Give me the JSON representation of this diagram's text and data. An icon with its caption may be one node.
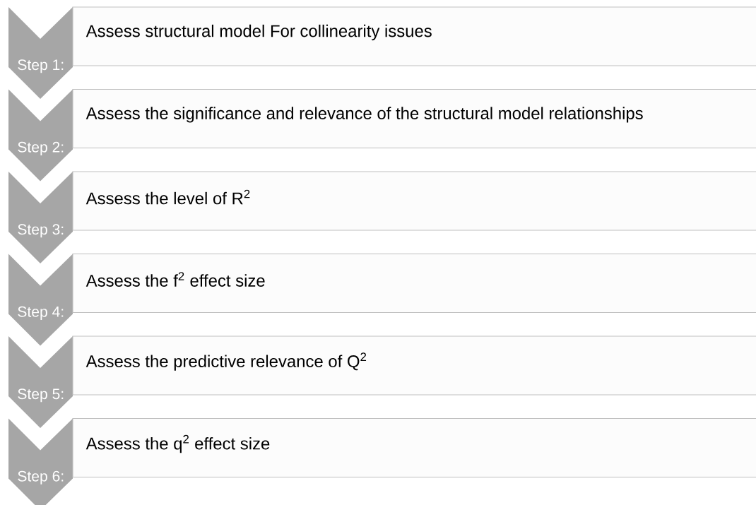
{
  "diagram": {
    "nodes": [
      {
        "text": [
          "Step 1:"
        ]
      },
      {
        "text": [
          "Assess structural model For collinearity issues"
        ]
      },
      {
        "text": [
          "Step 2:"
        ]
      },
      {
        "text": [
          "Assess the significance and relevance of the structural model relationships"
        ]
      },
      {
        "text": [
          "Step 3:"
        ]
      },
      {
        "text": [
          "Assess the level of R$^{2}$"
        ]
      },
      {
        "text": [
          "Step 4:"
        ]
      },
      {
        "text": [
          "Assess the f$^{2}$ effect size"
        ]
      },
      {
        "text": [
          "Step 5:"
        ]
      },
      {
        "text": [
          "Assess the predictive relevance of Q$^{2}$"
        ]
      },
      {
        "text": [
          "Step 6:"
        ]
      },
      {
        "text": [
          "Assess the q$^{2}$ effect size"
        ]
      }
    ]
  }
}
